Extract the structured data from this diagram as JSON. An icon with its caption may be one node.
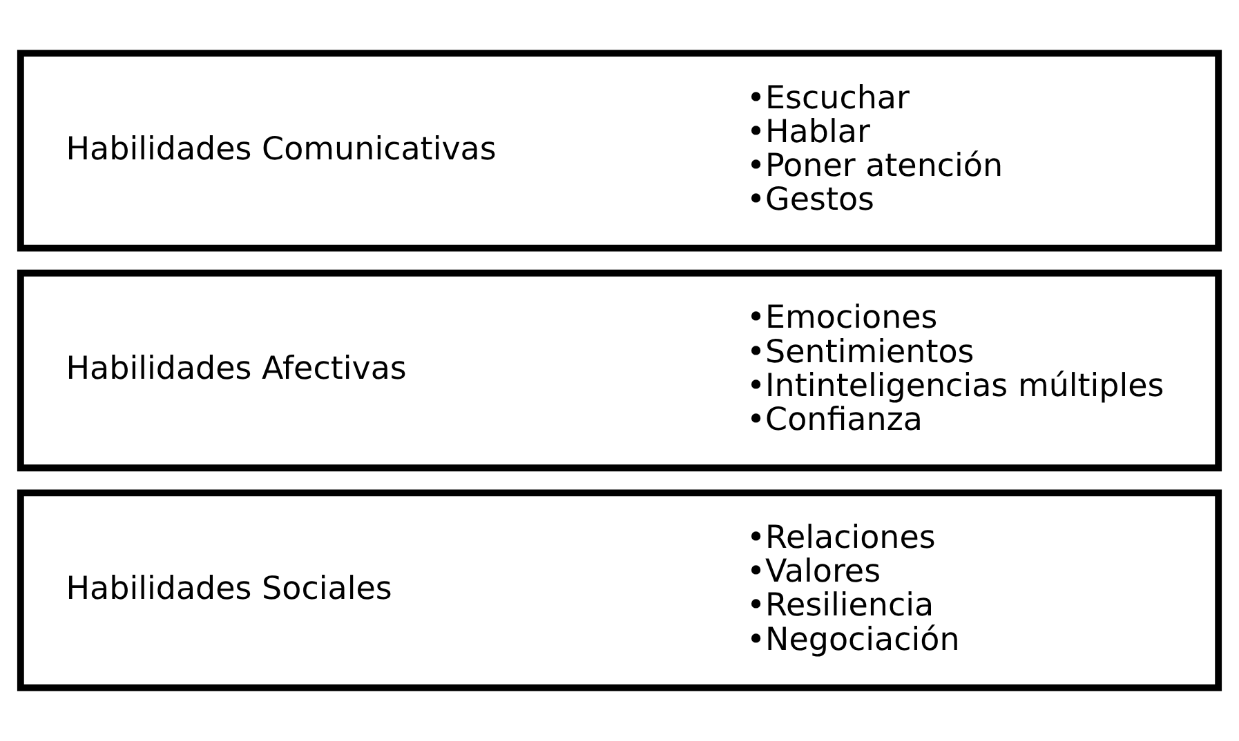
{
  "diagram": {
    "nodes": [
      {
        "text": [
          "Habilidades Comunicativas",
          "•Escuchar",
          "•Hablar",
          "•Poner atención",
          "•Gestos"
        ]
      },
      {
        "text": [
          "Habilidades Afectivas",
          "•Emociones",
          "•Sentimientos",
          "•Intinteligencias múltiples",
          "•Confianza"
        ]
      },
      {
        "text": [
          "Habilidades Sociales",
          "•Relaciones",
          "•Valores",
          "•Resiliencia",
          "•Negociación"
        ]
      }
    ]
  }
}
